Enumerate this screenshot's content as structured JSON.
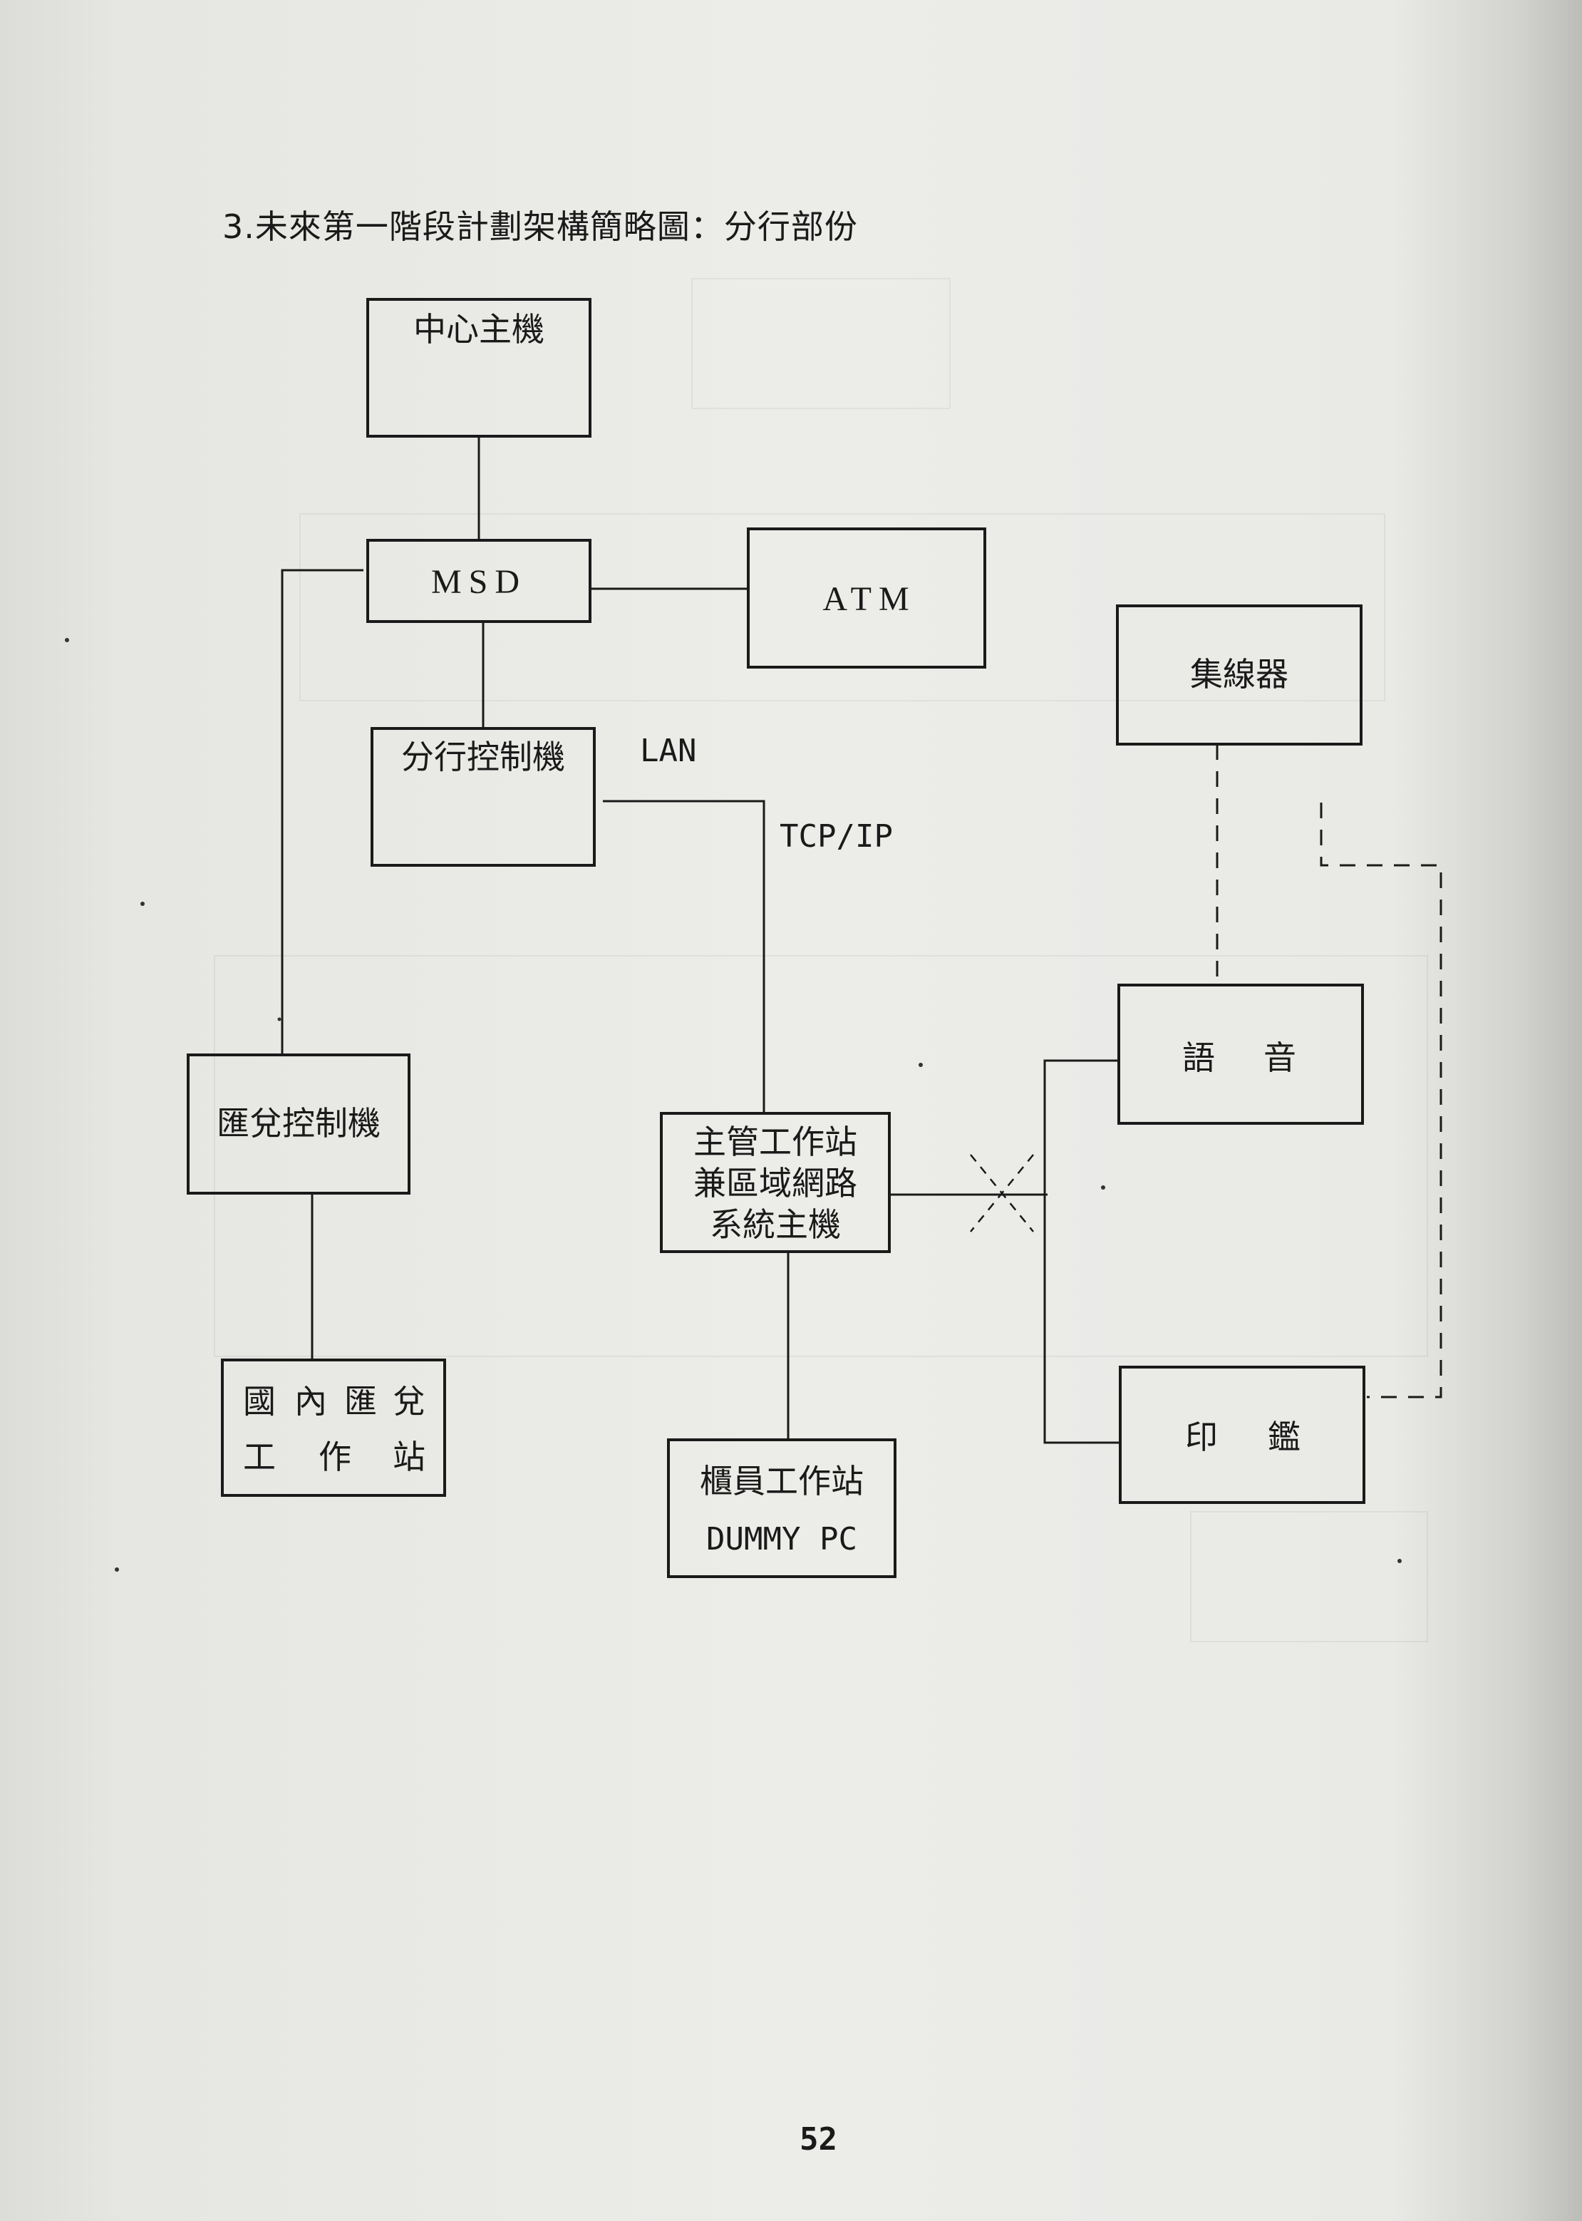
{
  "title": "3.未來第一階段計劃架構簡略圖：分行部份",
  "nodes": {
    "central_host": "中心主機",
    "msd": "MSD",
    "atm": "ATM",
    "branch_controller": "分行控制機",
    "remittance_controller": "匯兌控制機",
    "supervisor_line1": "主管工作站",
    "supervisor_line2": "兼區域網路",
    "supervisor_line3": "系統主機",
    "domestic_line1_c1": "國",
    "domestic_line1_c2": "內",
    "domestic_line1_c3": "匯",
    "domestic_line1_c4": "兌",
    "domestic_line2_c1": "工",
    "domestic_line2_c2": "作",
    "domestic_line2_c3": "站",
    "teller_line1": "櫃員工作站",
    "teller_line2": "DUMMY PC",
    "hub": "集線器",
    "voice_c1": "語",
    "voice_c2": "音",
    "seal_c1": "印",
    "seal_c2": "鑑"
  },
  "edge_labels": {
    "lan": "LAN",
    "tcpip": "TCP/IP"
  },
  "page_number": "52"
}
